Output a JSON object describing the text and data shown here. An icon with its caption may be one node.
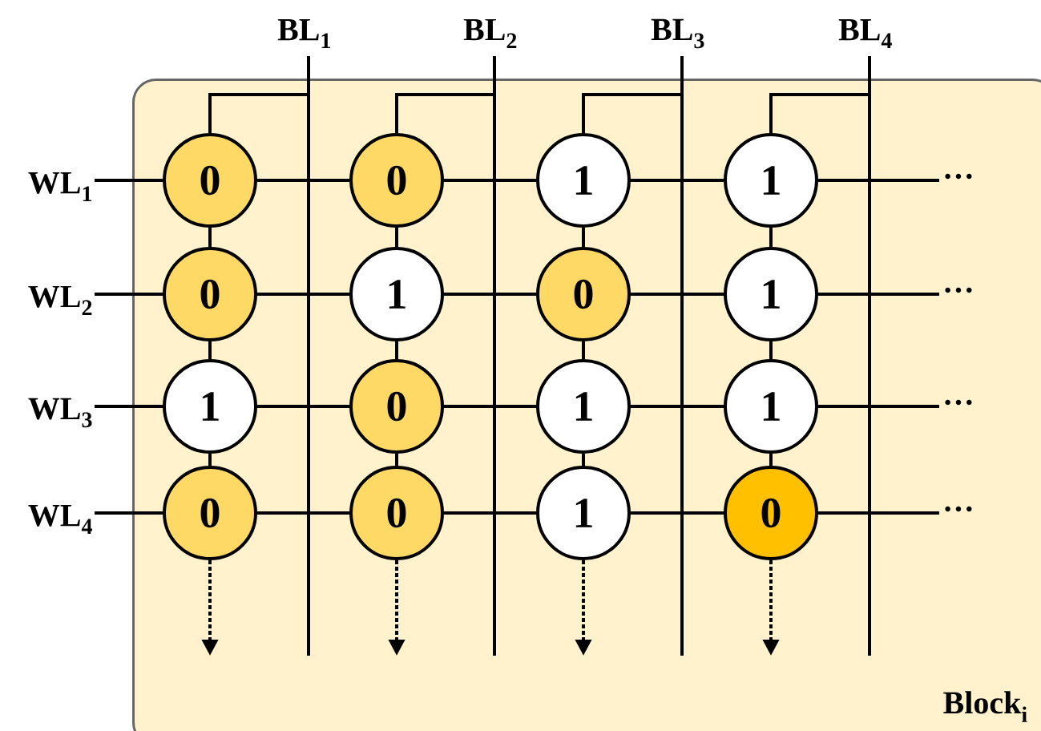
{
  "diagram": {
    "nodes": [
      {
        "text": [
          "BL$_{1}$"
        ]
      },
      {
        "text": [
          "BL$_{2}$"
        ]
      },
      {
        "text": [
          "BL$_{3}$"
        ]
      },
      {
        "text": [
          "BL$_{4}$"
        ]
      },
      {
        "text": [
          "Block$_{i}$"
        ]
      },
      {
        "text": [
          "WL$_{1}$"
        ]
      },
      {
        "text": [
          "0"
        ],
        "in": 4
      },
      {
        "text": [
          "0"
        ],
        "in": 4
      },
      {
        "text": [
          "1"
        ],
        "in": 4
      },
      {
        "text": [
          "1"
        ],
        "in": 4
      },
      {
        "text": [
          "···"
        ],
        "in": 4
      },
      {
        "text": [
          "WL$_{2}$"
        ]
      },
      {
        "text": [
          "0"
        ],
        "in": 4
      },
      {
        "text": [
          "1"
        ],
        "in": 4
      },
      {
        "text": [
          "0"
        ],
        "in": 4
      },
      {
        "text": [
          "1"
        ],
        "in": 4
      },
      {
        "text": [
          "···"
        ],
        "in": 4
      },
      {
        "text": [
          "WL$_{3}$"
        ]
      },
      {
        "text": [
          "1"
        ],
        "in": 4
      },
      {
        "text": [
          "0"
        ],
        "in": 4
      },
      {
        "text": [
          "1"
        ],
        "in": 4
      },
      {
        "text": [
          "1"
        ],
        "in": 4
      },
      {
        "text": [
          "···"
        ],
        "in": 4
      },
      {
        "text": [
          "WL$_{4}$"
        ]
      },
      {
        "text": [
          "0"
        ],
        "in": 4
      },
      {
        "text": [
          "0"
        ],
        "in": 4
      },
      {
        "text": [
          "1"
        ],
        "in": 4
      },
      {
        "text": [
          "0"
        ],
        "in": 4
      },
      {
        "text": [
          "···"
        ],
        "in": 4
      }
    ],
    "edges": [
      {
        "from": 5,
        "to": 6,
        "arrow": "none"
      },
      {
        "from": 6,
        "to": 7,
        "arrow": "none"
      },
      {
        "from": 7,
        "to": 8,
        "arrow": "none"
      },
      {
        "from": 8,
        "to": 9,
        "arrow": "none"
      },
      {
        "from": 9,
        "to": 10,
        "arrow": "none"
      },
      {
        "from": 11,
        "to": 12,
        "arrow": "none"
      },
      {
        "from": 12,
        "to": 13,
        "arrow": "none"
      },
      {
        "from": 13,
        "to": 14,
        "arrow": "none"
      },
      {
        "from": 14,
        "to": 15,
        "arrow": "none"
      },
      {
        "from": 15,
        "to": 16,
        "arrow": "none"
      },
      {
        "from": 17,
        "to": 18,
        "arrow": "none"
      },
      {
        "from": 18,
        "to": 19,
        "arrow": "none"
      },
      {
        "from": 19,
        "to": 20,
        "arrow": "none"
      },
      {
        "from": 20,
        "to": 21,
        "arrow": "none"
      },
      {
        "from": 21,
        "to": 22,
        "arrow": "none"
      },
      {
        "from": 23,
        "to": 24,
        "arrow": "none"
      },
      {
        "from": 24,
        "to": 25,
        "arrow": "none"
      },
      {
        "from": 25,
        "to": 26,
        "arrow": "none"
      },
      {
        "from": 26,
        "to": 27,
        "arrow": "none"
      },
      {
        "from": 27,
        "to": 28,
        "arrow": "none"
      },
      {
        "from": 6,
        "to": 12,
        "arrow": "none"
      },
      {
        "from": 12,
        "to": 18,
        "arrow": "none"
      },
      {
        "from": 18,
        "to": 24,
        "arrow": "none"
      },
      {
        "from": 7,
        "to": 13,
        "arrow": "none"
      },
      {
        "from": 13,
        "to": 19,
        "arrow": "none"
      },
      {
        "from": 19,
        "to": 25,
        "arrow": "none"
      },
      {
        "from": 8,
        "to": 14,
        "arrow": "none"
      },
      {
        "from": 14,
        "to": 20,
        "arrow": "none"
      },
      {
        "from": 20,
        "to": 26,
        "arrow": "none"
      },
      {
        "from": 9,
        "to": 15,
        "arrow": "none"
      },
      {
        "from": 15,
        "to": 21,
        "arrow": "none"
      },
      {
        "from": 21,
        "to": 27,
        "arrow": "none"
      },
      {
        "from": 6,
        "to": 0,
        "arrow": "none"
      },
      {
        "from": 7,
        "to": 1,
        "arrow": "none"
      },
      {
        "from": 8,
        "to": 2,
        "arrow": "none"
      },
      {
        "from": 9,
        "to": 3,
        "arrow": "none"
      },
      {
        "from": 0,
        "to": null,
        "arrow": "none"
      },
      {
        "from": 1,
        "to": null,
        "arrow": "none"
      },
      {
        "from": 2,
        "to": null,
        "arrow": "none"
      },
      {
        "from": 3,
        "to": null,
        "arrow": "none"
      },
      {
        "from": 24,
        "to": null,
        "arrow": "to",
        "style": "dashed"
      },
      {
        "from": 25,
        "to": null,
        "arrow": "to",
        "style": "dashed"
      },
      {
        "from": 26,
        "to": null,
        "arrow": "to",
        "style": "dashed"
      },
      {
        "from": 27,
        "to": null,
        "arrow": "to",
        "style": "dashed"
      }
    ]
  }
}
